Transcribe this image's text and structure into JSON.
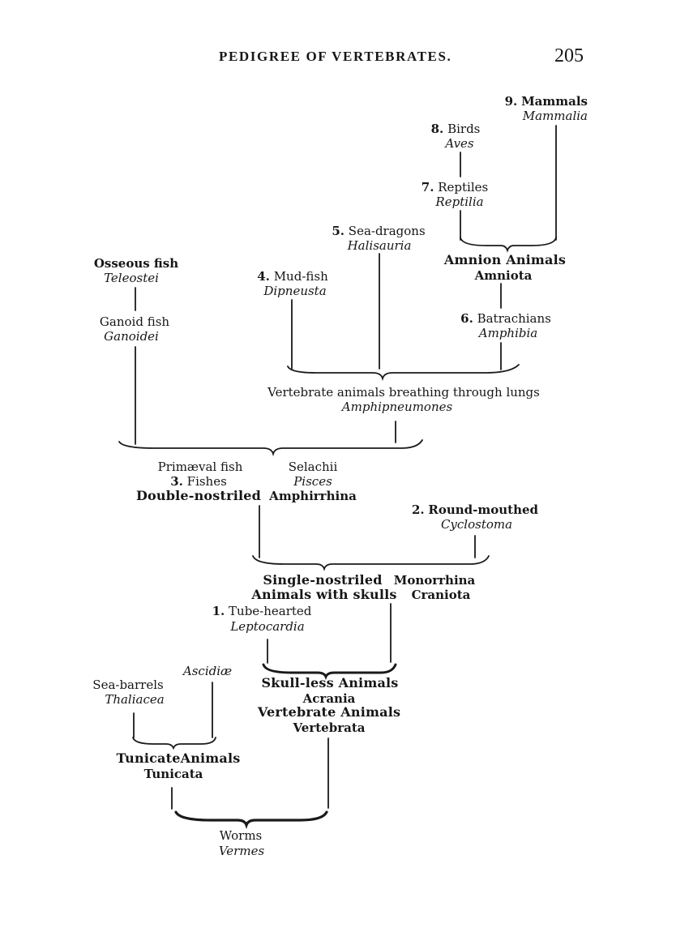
{
  "header": {
    "title": "PEDIGREE OF VERTEBRATES.",
    "page_number": "205"
  },
  "nodes": {
    "mammals": {
      "number": "9.",
      "name": "Mammals",
      "latin": "Mammalia"
    },
    "birds": {
      "number": "8.",
      "name": "Birds",
      "latin": "Aves"
    },
    "reptiles": {
      "number": "7.",
      "name": "Reptiles",
      "latin": "Reptilia"
    },
    "sea_dragons": {
      "number": "5.",
      "name": "Sea-dragons",
      "latin": "Halisauria"
    },
    "amnion": {
      "name": "Amnion Animals",
      "latin": "Amniota"
    },
    "osseous_fish": {
      "name": "Osseous fish",
      "latin": "Teleostei"
    },
    "mud_fish": {
      "number": "4.",
      "name": "Mud-fish",
      "latin": "Dipneusta"
    },
    "ganoid_fish": {
      "name": "Ganoid fish",
      "latin": "Ganoidei"
    },
    "batrachians": {
      "number": "6.",
      "name": "Batrachians",
      "latin": "Amphibia"
    },
    "lung_breathers": {
      "name": "Vertebrate animals breathing through lungs",
      "latin": "Amphipneumones"
    },
    "primaeval_fish": {
      "name": "Primæval fish"
    },
    "selachii": {
      "name": "Selachii",
      "latin": "Pisces"
    },
    "fishes": {
      "number": "3.",
      "name": "Fishes"
    },
    "double_nostriled": {
      "name": "Double-nostriled",
      "latin": "Amphirrhina"
    },
    "round_mouthed": {
      "number": "2.",
      "name": "Round-mouthed",
      "latin": "Cyclostoma"
    },
    "single_nostriled": {
      "line1": "Single-nostriled",
      "line2": "Animals with skulls",
      "latin1": "Monorrhina",
      "latin2": "Craniota"
    },
    "tube_hearted": {
      "number": "1.",
      "name": "Tube-hearted",
      "latin": "Leptocardia"
    },
    "ascidiae": {
      "latin": "Ascidiæ"
    },
    "sea_barrels": {
      "name": "Sea-barrels",
      "latin": "Thaliacea"
    },
    "skull_less": {
      "name": "Skull-less Animals",
      "latin": "Acrania",
      "name2": "Vertebrate Animals",
      "latin2": "Vertebrata"
    },
    "tunicate": {
      "name": "TunicateAnimals",
      "latin": "Tunicata"
    },
    "worms": {
      "name": "Worms",
      "latin": "Vermes"
    }
  }
}
